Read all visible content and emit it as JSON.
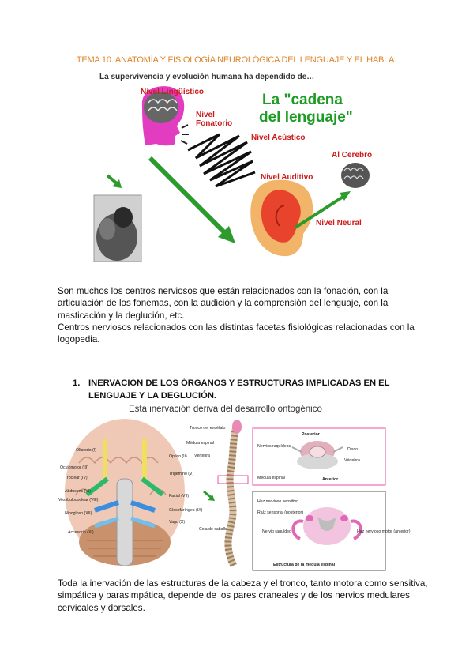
{
  "doc": {
    "title": "TEMA 10. ANATOMÍA Y FISIOLOGÍA NEUROLÓGICA DEL LENGUAJE Y EL HABLA.",
    "figure1": {
      "subtitle": "La supervivencia y evolución humana ha dependido de…",
      "chain_title_line1": "La \"cadena",
      "chain_title_line2": "del lenguaje\"",
      "labels": {
        "linguistico": "Nivel Lingüístico",
        "fonatorio_1": "Nivel",
        "fonatorio_2": "Fonatorio",
        "acustico": "Nivel Acústico",
        "al_cerebro": "Al Cerebro",
        "auditivo": "Nivel Auditivo",
        "neural": "Nivel Neural"
      }
    },
    "paragraph1_line1": "Son muchos los centros nerviosos que están relacionados con la fonación, con la articulación de los fonemas, con la audición y la comprensión del lenguaje, con la masticación y la deglución, etc.",
    "paragraph1_line2": "Centros nerviosos relacionados con las distintas facetas fisiológicas relacionadas con la logopedia.",
    "section1": {
      "number": "1.",
      "heading": "INERVACIÓN DE LOS ÓRGANOS Y ESTRUCTURAS IMPLICADAS EN EL LENGUAJE Y LA DEGLUCIÓN."
    },
    "figure2": {
      "caption": "Esta inervación deriva del desarrollo ontogénico",
      "brain_labels_left": [
        "Olfatorio (I)",
        "Oculomotor (III)",
        "Troclear (IV)",
        "Abducens (VI)",
        "Vestibulococlear (VIII)",
        "Hipogloso (XII)",
        "Accesorio (XI)"
      ],
      "brain_labels_right": [
        "Óptico (II)",
        "Trigémino (V)",
        "Facial (VII)",
        "Glosofaríngeo (IX)",
        "Vago (X)"
      ],
      "spine_labels": [
        "Tronco del encéfalo",
        "Médula espinal",
        "Vértebra",
        "Cola de caballo"
      ],
      "vertebra_labels": [
        "Posterior",
        "Nervios raquídeos",
        "Disco",
        "Vértebra",
        "Médula espinal",
        "Anterior"
      ],
      "cord_labels": [
        "Haz nervioso sensitivo",
        "Raíz sensorial (posterior)",
        "Nervio raquídeo",
        "Haz nervioso motor (anterior)"
      ],
      "cord_caption": "Estructura de la médula espinal"
    },
    "paragraph2": "Toda la inervación de las estructuras de la cabeza y el tronco, tanto motora como sensitiva, simpática y parasimpática, depende de los pares craneales y de los nervios medulares cervicales y dorsales."
  }
}
